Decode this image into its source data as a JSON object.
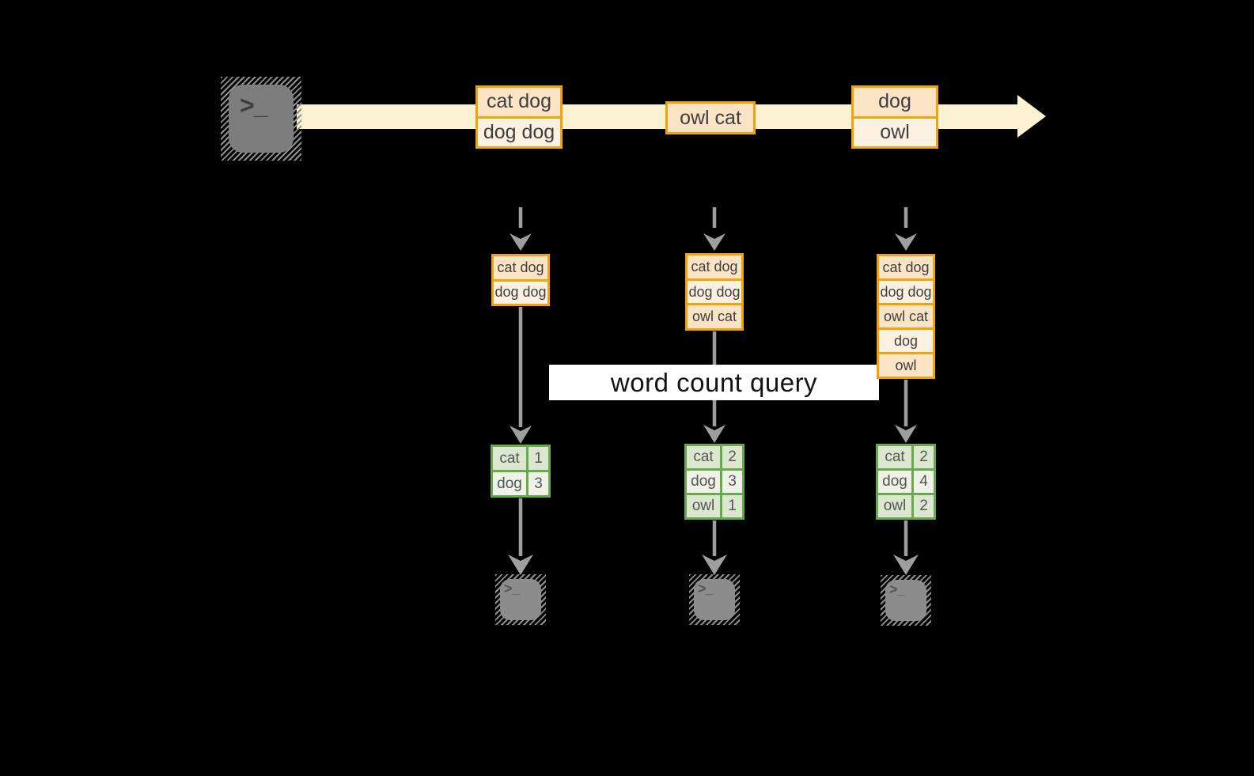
{
  "query_label": "word count query",
  "terminal_prompt": ">_",
  "colors": {
    "stream_band": "#faf2d2",
    "box_border": "#f0a30a",
    "cell_peach": "#fbe3c5",
    "cell_cream": "#fdf2e2",
    "table_border": "#6aa84f",
    "table_row_a": "#dbe7ce",
    "table_row_b": "#eef2e7",
    "arrow_gray": "#9e9e9e",
    "query_bg": "#ffffff"
  },
  "stream_events": [
    {
      "cells": [
        "cat dog",
        "dog dog"
      ]
    },
    {
      "cells": [
        "owl cat"
      ]
    },
    {
      "cells": [
        "dog",
        "owl"
      ]
    }
  ],
  "columns": [
    {
      "state_cells": [
        "cat dog",
        "dog dog"
      ],
      "count_rows": [
        {
          "word": "cat",
          "count": "1"
        },
        {
          "word": "dog",
          "count": "3"
        }
      ]
    },
    {
      "state_cells": [
        "cat dog",
        "dog dog",
        "owl cat"
      ],
      "count_rows": [
        {
          "word": "cat",
          "count": "2"
        },
        {
          "word": "dog",
          "count": "3"
        },
        {
          "word": "owl",
          "count": "1"
        }
      ]
    },
    {
      "state_cells": [
        "cat dog",
        "dog dog",
        "owl cat",
        "dog",
        "owl"
      ],
      "count_rows": [
        {
          "word": "cat",
          "count": "2"
        },
        {
          "word": "dog",
          "count": "4"
        },
        {
          "word": "owl",
          "count": "2"
        }
      ]
    }
  ]
}
